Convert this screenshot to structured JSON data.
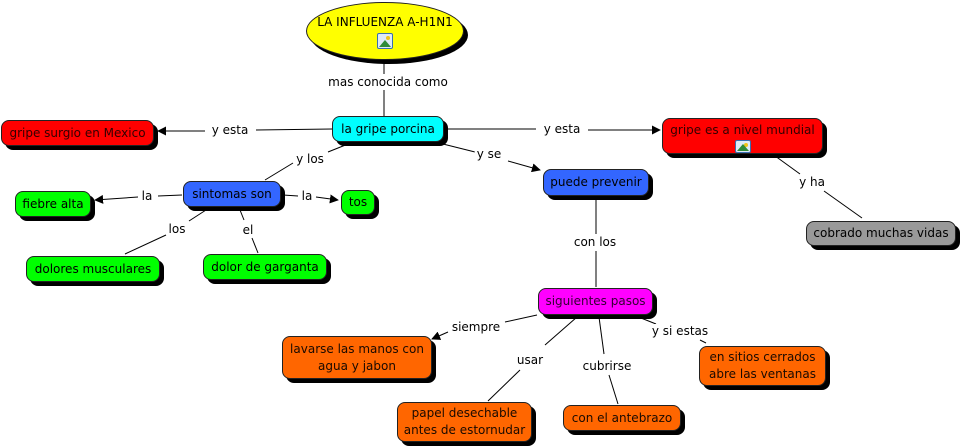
{
  "colors": {
    "yellow": "#ffff00",
    "cyan": "#00ffff",
    "red": "#ff0000",
    "blue": "#3366ff",
    "green": "#00ff00",
    "gray": "#999999",
    "magenta": "#ff00ff",
    "orange": "#ff6600"
  },
  "concepts": {
    "root": "LA INFLUENZA A-H1N1",
    "gripe_porcina": "la gripe porcina",
    "mexico": "gripe surgio en Mexico",
    "mundial": "gripe es a nivel mundial",
    "sintomas": "sintomas son",
    "prevenir": "puede prevenir",
    "fiebre": "fiebre alta",
    "tos": "tos",
    "dolores": "dolores musculares",
    "garganta": "dolor de garganta",
    "cobrado": "cobrado muchas vidas",
    "pasos": "siguientes pasos",
    "lavarse_1": "lavarse las manos con",
    "lavarse_2": "agua y jabon",
    "papel_1": "papel desechable",
    "papel_2": "antes de estornudar",
    "antebrazo": "con el antebrazo",
    "sitios_1": "en sitios cerrados",
    "sitios_2": "abre las ventanas"
  },
  "linking_phrases": {
    "mas_conocida": "mas conocida como",
    "y_esta_left": "y esta",
    "y_esta_right": "y esta",
    "y_los": "y los",
    "y_se": "y se",
    "y_ha": "y ha",
    "la_left": "la",
    "la_right": "la",
    "los": "los",
    "el": "el",
    "con_los": "con los",
    "siempre": "siempre",
    "usar": "usar",
    "cubrirse": "cubrirse",
    "y_si_estas": "y si estas"
  },
  "icons": {
    "image_attachment": "image-icon"
  }
}
